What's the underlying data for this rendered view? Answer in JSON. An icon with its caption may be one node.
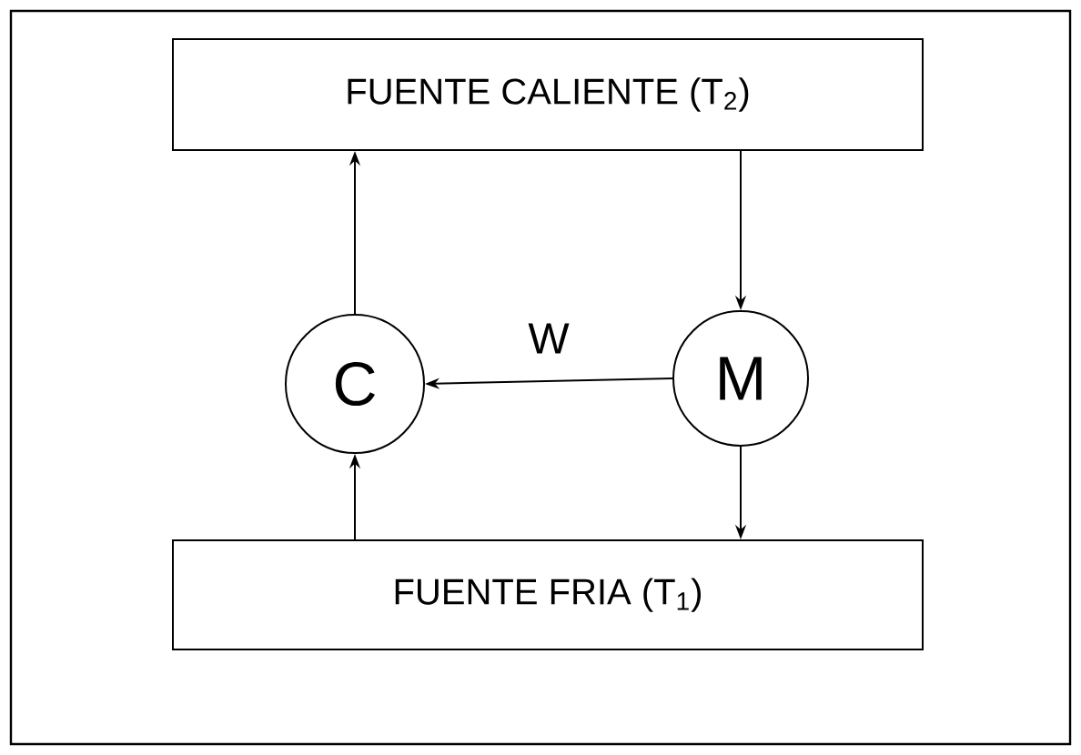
{
  "diagram": {
    "nodes": [
      {
        "text": [
          "FUENTE CALIENTE (T$_{2}$)"
        ]
      },
      {
        "text": [
          "C"
        ]
      },
      {
        "text": [
          "M"
        ]
      },
      {
        "text": [
          "FUENTE FRIA (T$_{1}$)"
        ]
      }
    ],
    "edges": [
      {
        "from": 1,
        "to": 0,
        "arrow": "to"
      },
      {
        "from": 0,
        "to": 2,
        "arrow": "to"
      },
      {
        "from": 2,
        "to": 1,
        "arrow": "to",
        "label": "W"
      },
      {
        "from": 2,
        "to": 3,
        "arrow": "to"
      },
      {
        "from": 3,
        "to": 1,
        "arrow": "to"
      }
    ]
  }
}
